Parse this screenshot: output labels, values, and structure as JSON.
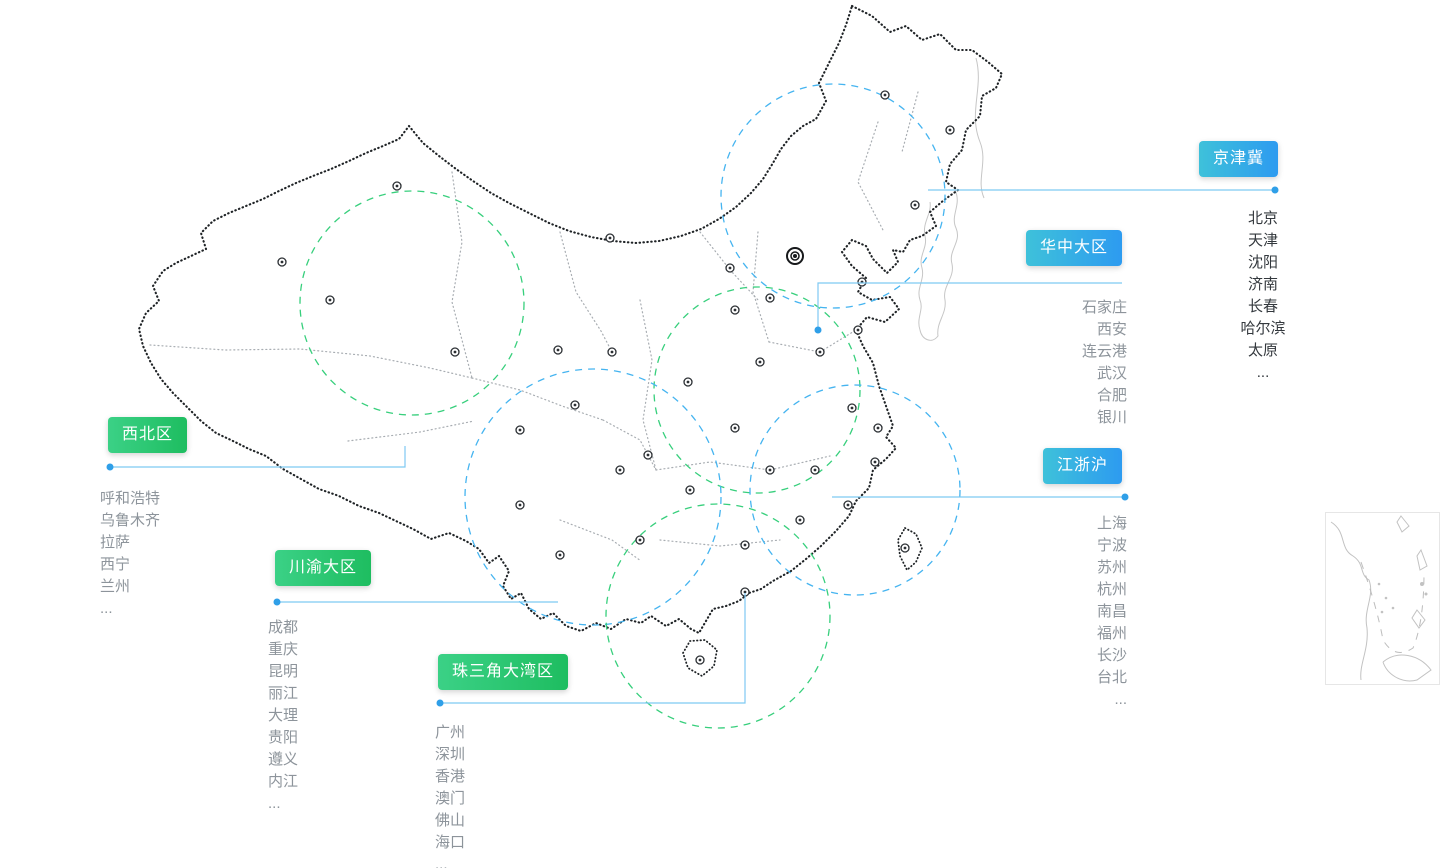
{
  "regions": [
    {
      "id": "jingjinji",
      "label": "京津冀",
      "theme": "blue",
      "cities": [
        "北京",
        "天津",
        "沈阳",
        "济南",
        "长春",
        "哈尔滨",
        "太原",
        "..."
      ]
    },
    {
      "id": "huazhong",
      "label": "华中大区",
      "theme": "blue",
      "cities": [
        "石家庄",
        "西安",
        "连云港",
        "武汉",
        "合肥",
        "银川"
      ]
    },
    {
      "id": "jiangzhehu",
      "label": "江浙沪",
      "theme": "blue",
      "cities": [
        "上海",
        "宁波",
        "苏州",
        "杭州",
        "南昌",
        "福州",
        "长沙",
        "台北",
        "..."
      ]
    },
    {
      "id": "xibei",
      "label": "西北区",
      "theme": "green",
      "cities": [
        "呼和浩特",
        "乌鲁木齐",
        "拉萨",
        "西宁",
        "兰州",
        "..."
      ]
    },
    {
      "id": "chuanyu",
      "label": "川渝大区",
      "theme": "green",
      "cities": [
        "成都",
        "重庆",
        "昆明",
        "丽江",
        "大理",
        "贵阳",
        "遵义",
        "内江",
        "..."
      ]
    },
    {
      "id": "zhusanjiao",
      "label": "珠三角大湾区",
      "theme": "green",
      "cities": [
        "广州",
        "深圳",
        "香港",
        "澳门",
        "佛山",
        "海口",
        "..."
      ]
    }
  ],
  "colors": {
    "chip_blue_start": "#3ec1da",
    "chip_blue_end": "#2d9bf0",
    "chip_green_start": "#3bd186",
    "chip_green_end": "#1ebd60",
    "connector_line": "#7ec9f2",
    "connector_dot": "#2f9fe8",
    "region_circle_blue": "#45b4f0",
    "region_circle_green": "#37cf7c",
    "map_outline": "#1f2326",
    "province_border": "#a8adb2",
    "city_text_primary": "#33383d",
    "city_text_secondary": "#8d949b"
  }
}
